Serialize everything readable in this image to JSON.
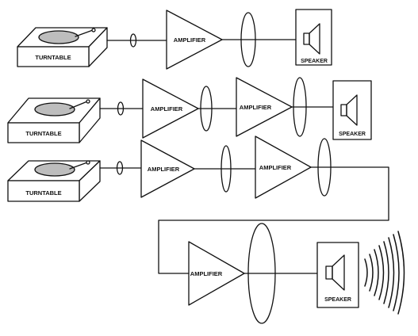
{
  "labels": {
    "turntable": "TURNTABLE",
    "amplifier": "AMPLIFIER",
    "speaker": "SPEAKER"
  },
  "colors": {
    "ink": "#111111",
    "platter": "#bdbdbd",
    "background": "#ffffff"
  },
  "chains": [
    {
      "name": "one-amplifier-chain",
      "turntables": 1,
      "amplifiers": 1,
      "speakers": 1
    },
    {
      "name": "two-amplifier-chain",
      "turntables": 1,
      "amplifiers": 2,
      "speakers": 1
    },
    {
      "name": "three-amplifier-chain",
      "turntables": 1,
      "amplifiers": 3,
      "speakers": 1
    }
  ],
  "icons": [
    "turntable-icon",
    "amplifier-icon",
    "speaker-icon",
    "signal-wave-icon",
    "sound-waves-icon"
  ]
}
